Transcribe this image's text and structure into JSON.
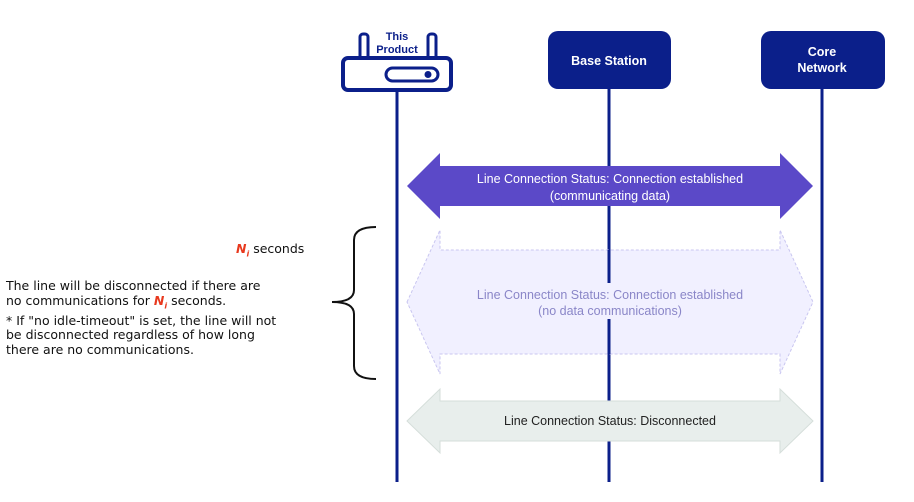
{
  "nodes": {
    "product": "This\nProduct",
    "base_station": "Base Station",
    "core_network": "Core\nNetwork"
  },
  "arrows": [
    {
      "line1": "Line Connection Status: Connection established",
      "line2": "(communicating data)"
    },
    {
      "line1": "Line Connection Status: Connection established",
      "line2": "(no data communications)"
    },
    {
      "line1": "Line Connection Status: Disconnected",
      "line2": ""
    }
  ],
  "note": {
    "symbol": "N",
    "symbol_sub": "i",
    "seconds_label": "seconds",
    "line1": "The line will be disconnected if there are",
    "line2_pre": "no communications for",
    "line2_post": "seconds.",
    "line3": "* If \"no idle-timeout\" is set, the line will not",
    "line4": "be disconnected regardless of how long",
    "line5": "there are no communications."
  },
  "colors": {
    "navy": "#0b1f8a",
    "arrow_active": "#5b49c8",
    "arrow_idle_fill": "#f1f0ff",
    "arrow_idle_stroke": "#c9c6f0",
    "arrow_disc_fill": "#e8eeec",
    "accent_red": "#e8391e"
  }
}
